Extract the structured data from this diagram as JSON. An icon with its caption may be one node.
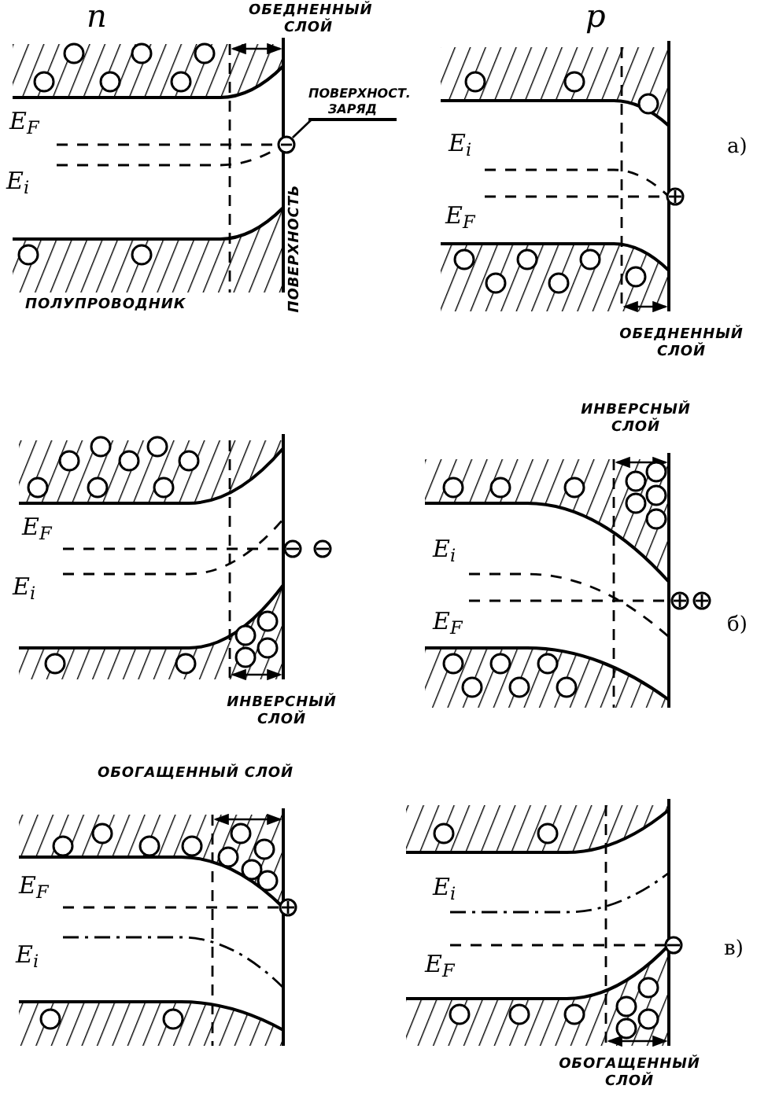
{
  "diagram": {
    "nodes": [
      {
        "text": [
          "ПОВЕРХНОСТ. ЗАРЯД"
        ]
      },
      {
        "text": [],
        "shape": "circle"
      }
    ],
    "edges": [
      {
        "from": 0,
        "to": 1,
        "arrow": "none"
      }
    ],
    "labels": [
      "n",
      "ОБЕДНЕННЫЙ СЛОЙ",
      "p",
      "E$_{F}$",
      "E$_{i}$",
      "а)",
      "ПОВЕРХНОСТЬ",
      "ПОЛУПРОВОДНИК",
      "E$_{i}$",
      "E$_{F}$",
      "ОБЕДНЕННЫЙ СЛОЙ",
      "ИНВЕРСНЫЙ СЛОЙ",
      "E$_{F}$",
      "E$_{i}$",
      "E$_{i}$",
      "б)",
      "E$_{F}$",
      "ИНВЕРСНЫЙ СЛОЙ",
      "ОБОГАЩЕННЫЙ СЛОЙ",
      "E$_{F}$",
      "E$_{i}$",
      "в)",
      "E$_{i}$",
      "E$_{F}$",
      "ОБОГАЩЕННЫЙ СЛОЙ"
    ]
  }
}
